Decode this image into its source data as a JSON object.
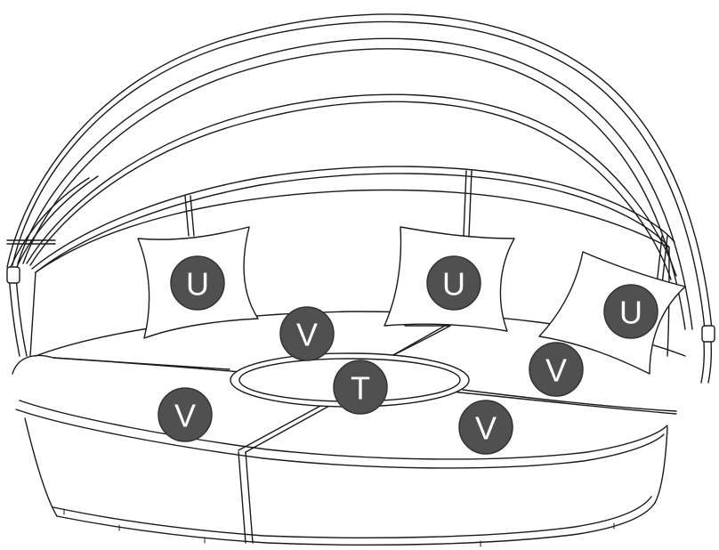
{
  "badge_fill": "#505050",
  "badge_text_color": "#ffffff",
  "labels": {
    "pillow_left": "U",
    "pillow_center": "U",
    "pillow_right": "U",
    "cushion_back_center": "V",
    "cushion_right": "V",
    "cushion_front_left": "V",
    "cushion_front_right": "V",
    "table_center": "T"
  }
}
